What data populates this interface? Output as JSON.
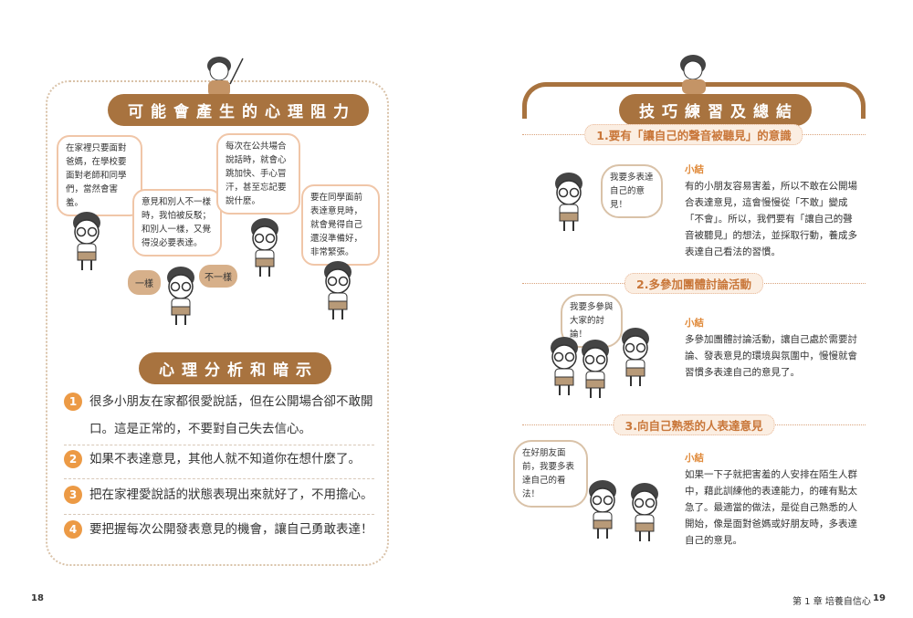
{
  "left": {
    "title": "可能會產生的心理阻力",
    "bubbles": [
      "在家裡只要面對爸媽，在學校要面對老師和同學們，當然會害羞。",
      "意見和別人不一樣時，我怕被反駁；和別人一樣，又覺得沒必要表達。",
      "每次在公共場合說話時，就會心跳加快、手心冒汗，甚至忘記要說什麼。",
      "要在同學面前表達意見時，就會覺得自己還沒準備好，非常緊張。"
    ],
    "rocks": [
      "一樣",
      "不一樣"
    ],
    "section2_title": "心理分析和暗示",
    "items": [
      {
        "n": "1",
        "text": "很多小朋友在家都很愛說話，但在公開場合卻不敢開口。這是正常的，不要對自己失去信心。"
      },
      {
        "n": "2",
        "text": "如果不表達意見，其他人就不知道你在想什麼了。"
      },
      {
        "n": "3",
        "text": "把在家裡愛說話的狀態表現出來就好了，不用擔心。"
      },
      {
        "n": "4",
        "text": "要把握每次公開發表意見的機會，讓自己勇敢表達！"
      }
    ],
    "page_number": "18"
  },
  "right": {
    "title": "技巧練習及總結",
    "sections": [
      {
        "heading": "1.要有「讓自己的聲音被聽見」的意識",
        "bubble": "我要多表達自己的意見！",
        "note_title": "小結",
        "note": "有的小朋友容易害羞，所以不敢在公開場合表達意見，這會慢慢從「不敢」變成「不會」。所以，我們要有「讓自己的聲音被聽見」的想法，並採取行動，養成多表達自己看法的習慣。"
      },
      {
        "heading": "2.多參加團體討論活動",
        "bubble": "我要多參與大家的討論！",
        "note_title": "小結",
        "note": "多參加團體討論活動，讓自己處於需要討論、發表意見的環境與氛圍中，慢慢就會習慣多表達自己的意見了。"
      },
      {
        "heading": "3.向自己熟悉的人表達意見",
        "bubble": "在好朋友面前，我要多表達自己的看法！",
        "note_title": "小結",
        "note": "如果一下子就把害羞的人安排在陌生人群中，藉此訓練他的表達能力，的確有點太急了。最適當的做法，是從自己熟悉的人開始，像是面對爸媽或好朋友時，多表達自己的意見。"
      }
    ],
    "chapter": "第 1 章 培養自信心",
    "page_number": "19"
  },
  "colors": {
    "brown": "#a8733f",
    "orange": "#ec9a45"
  }
}
